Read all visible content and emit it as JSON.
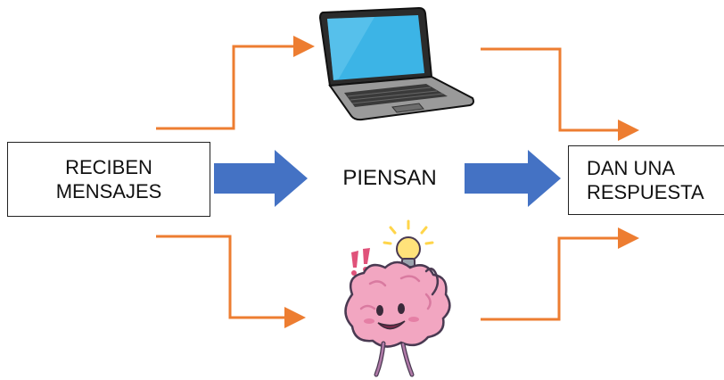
{
  "diagram": {
    "input_box": {
      "line1": "RECIBEN",
      "line2": "MENSAJES"
    },
    "center_label": "PIENSAN",
    "output_box": {
      "line1": "DAN UNA",
      "line2": "RESPUESTA"
    },
    "colors": {
      "orange": "#ED7D31",
      "blue": "#4472C4",
      "brain": "#F2A6C1",
      "bulb": "#FFD54A"
    },
    "icons": [
      "laptop-icon",
      "brain-icon",
      "lightbulb-icon"
    ]
  }
}
